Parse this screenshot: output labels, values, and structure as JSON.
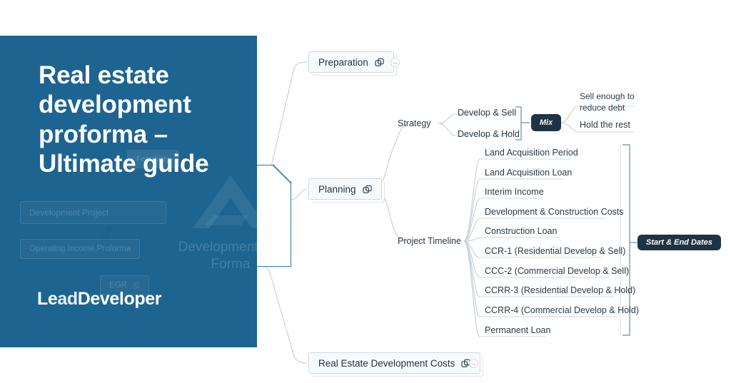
{
  "hero": {
    "title": "Real estate development proforma – Ultimate guide",
    "brand_part1": "Le",
    "brand_part2": "ad",
    "brand_part3": "Developer",
    "mark_label": "Development Pro Forma",
    "ghost_nodes": [
      {
        "label": "Feasibility"
      },
      {
        "label": "Development Project"
      },
      {
        "label": "Operating Income Proforma"
      },
      {
        "label": "EGR"
      }
    ]
  },
  "mindmap": {
    "branches": [
      {
        "label": "Preparation"
      },
      {
        "label": "Planning"
      },
      {
        "label": "Real Estate Development Costs"
      }
    ],
    "strategy": {
      "label": "Strategy",
      "options": [
        "Develop & Sell",
        "Develop & Hold"
      ],
      "mix_badge": "Mix",
      "mix_outcomes": [
        "Sell enough to reduce debt",
        "Hold the rest"
      ]
    },
    "project_timeline": {
      "label": "Project Timeline",
      "dates_badge": "Start & End Dates",
      "items": [
        "Land Acquisition Period",
        "Land Acquisition Loan",
        "Interim Income",
        "Development & Construction Costs",
        "Construction Loan",
        "CCR-1 (Residential Develop & Sell)",
        "CCC-2 (Commercial Develop & Sell)",
        "CCRR-3 (Residential Develop & Hold)",
        "CCRR-4 (Commercial Develop & Hold)",
        "Permanent Loan"
      ]
    }
  },
  "colors": {
    "hero_blue": "#1d6490",
    "node_border": "#2a7bab",
    "badge_dark": "#1e3343",
    "wire": "#c9d2d9",
    "bracket": "#7a9fb5"
  }
}
